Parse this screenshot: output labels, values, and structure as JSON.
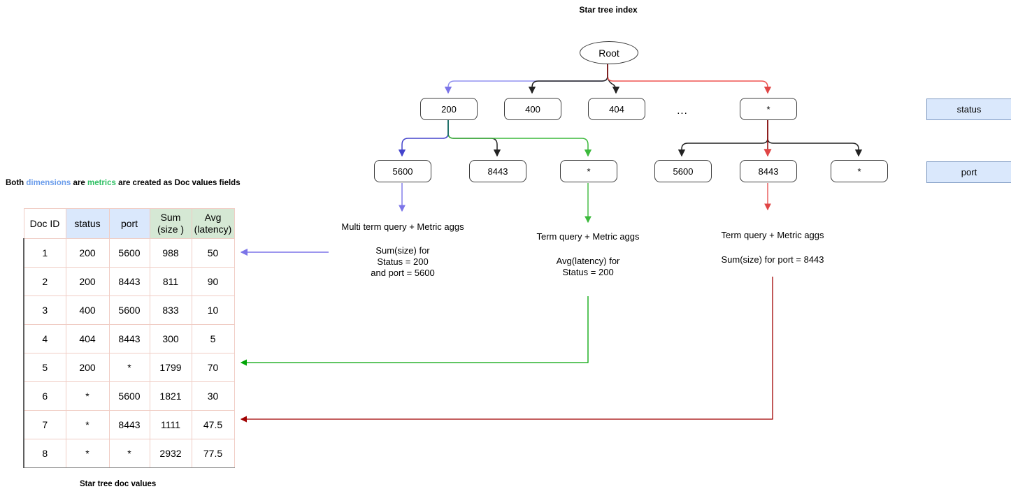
{
  "page": {
    "title": "Star tree index",
    "footer": "Star tree doc values"
  },
  "note": {
    "part1": "Both ",
    "part2": "dimensions",
    "part3": " are ",
    "part4": "metrics",
    "part5": " are created as Doc values fields"
  },
  "tree": {
    "root_label": "Root",
    "ellipsis": "...",
    "status_nodes": [
      {
        "label": "200"
      },
      {
        "label": "400"
      },
      {
        "label": "404"
      },
      {
        "label": "*"
      }
    ],
    "port_nodes_left": [
      {
        "label": "5600"
      },
      {
        "label": "8443"
      },
      {
        "label": "*"
      }
    ],
    "port_nodes_right": [
      {
        "label": "5600"
      },
      {
        "label": "8443"
      },
      {
        "label": "*"
      }
    ]
  },
  "legend": {
    "status_label": "status",
    "port_label": "port"
  },
  "annotations": {
    "multi_term": {
      "title": "Multi term query + Metric aggs",
      "lines": [
        "Sum(size) for",
        "Status = 200",
        "and port = 5600"
      ]
    },
    "term_green": {
      "title": "Term query + Metric aggs",
      "lines": [
        "Avg(latency) for",
        "Status = 200"
      ]
    },
    "term_red": {
      "title": "Term query + Metric aggs",
      "lines": [
        "Sum(size) for port = 8443"
      ]
    }
  },
  "table": {
    "headers": [
      "Doc ID",
      "status",
      "port",
      "Sum\n(size )",
      "Avg\n(latency)"
    ],
    "rows": [
      {
        "cells": [
          "1",
          "200",
          "5600",
          "988",
          "50"
        ]
      },
      {
        "cells": [
          "2",
          "200",
          "8443",
          "811",
          "90"
        ]
      },
      {
        "cells": [
          "3",
          "400",
          "5600",
          "833",
          "10"
        ]
      },
      {
        "cells": [
          "4",
          "404",
          "8443",
          "300",
          "5"
        ]
      },
      {
        "cells": [
          "5",
          "200",
          "*",
          "1799",
          "70"
        ]
      },
      {
        "cells": [
          "6",
          "*",
          "5600",
          "1821",
          "30"
        ]
      },
      {
        "cells": [
          "7",
          "*",
          "8443",
          "1111",
          "47.5"
        ]
      },
      {
        "cells": [
          "8",
          "*",
          "*",
          "2932",
          "77.5"
        ]
      }
    ]
  },
  "colors": {
    "dimension_fill": "#dae8fc",
    "dimension_border": "#6c8ebf",
    "metric_fill": "#d5e8d4",
    "metric_border": "#82b366",
    "dimensions_word": "#6d9eeb",
    "metrics_word": "#2fc064",
    "arrow_periwinkle": "#7b74e8",
    "arrow_dark_blue": "#4444cc",
    "arrow_black": "#222222",
    "arrow_light_red": "#ef5350",
    "arrow_red": "#e04545",
    "arrow_dark_red": "#a00000",
    "arrow_green": "#3cb93c",
    "arrow_bright_green": "#00a505",
    "table_grid": "#f0cdc5"
  }
}
